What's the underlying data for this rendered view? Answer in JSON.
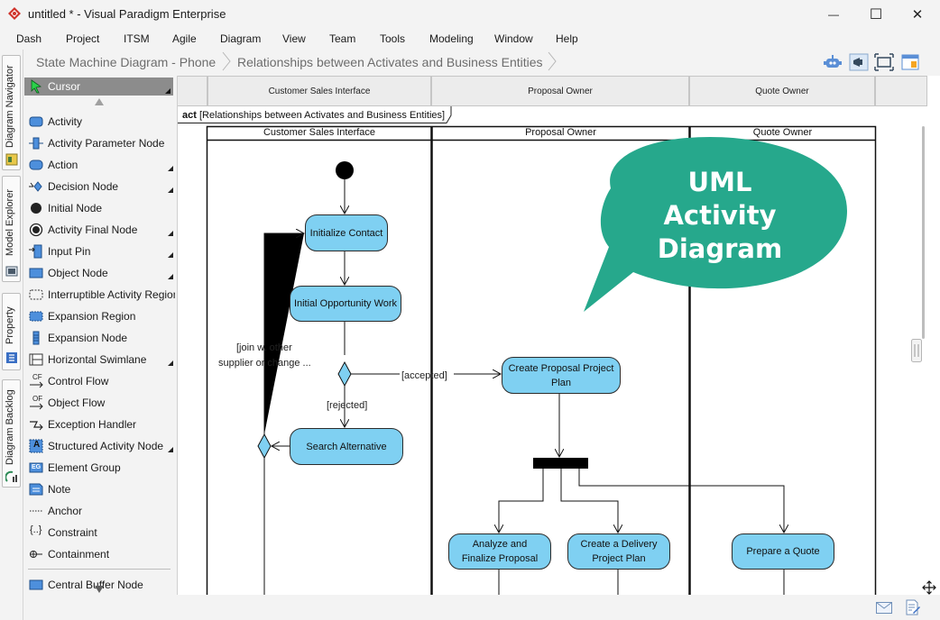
{
  "window": {
    "title": "untitled * - Visual Paradigm Enterprise",
    "minimize_glyph": "—",
    "maximize_glyph": "☐",
    "close_glyph": "✕"
  },
  "menu": [
    "Dash",
    "Project",
    "ITSM",
    "Agile",
    "Diagram",
    "View",
    "Team",
    "Tools",
    "Modeling",
    "Window",
    "Help"
  ],
  "breadcrumb": [
    "State Machine Diagram - Phone",
    "Relationships between Activates and Business Entities"
  ],
  "side_tabs": [
    "Diagram Navigator",
    "Model Explorer",
    "Property",
    "Diagram Backlog"
  ],
  "palette": {
    "cursor": "Cursor",
    "items": [
      {
        "label": "Activity",
        "icon": "activity-icon"
      },
      {
        "label": "Activity Parameter Node",
        "icon": "activity-parameter-node-icon"
      },
      {
        "label": "Action",
        "icon": "action-icon"
      },
      {
        "label": "Decision Node",
        "icon": "decision-node-icon"
      },
      {
        "label": "Initial Node",
        "icon": "initial-node-icon"
      },
      {
        "label": "Activity Final Node",
        "icon": "activity-final-node-icon"
      },
      {
        "label": "Input Pin",
        "icon": "input-pin-icon"
      },
      {
        "label": "Object Node",
        "icon": "object-node-icon"
      },
      {
        "label": "Interruptible Activity Region",
        "icon": "interruptible-region-icon"
      },
      {
        "label": "Expansion Region",
        "icon": "expansion-region-icon"
      },
      {
        "label": "Expansion Node",
        "icon": "expansion-node-icon"
      },
      {
        "label": "Horizontal Swimlane",
        "icon": "horizontal-swimlane-icon"
      },
      {
        "label": "Control Flow",
        "icon": "control-flow-icon"
      },
      {
        "label": "Object Flow",
        "icon": "object-flow-icon"
      },
      {
        "label": "Exception Handler",
        "icon": "exception-handler-icon"
      },
      {
        "label": "Structured Activity Node",
        "icon": "structured-activity-node-icon"
      },
      {
        "label": "Element Group",
        "icon": "element-group-icon"
      },
      {
        "label": "Note",
        "icon": "note-icon"
      },
      {
        "label": "Anchor",
        "icon": "anchor-icon"
      },
      {
        "label": "Constraint",
        "icon": "constraint-icon"
      },
      {
        "label": "Containment",
        "icon": "containment-icon"
      },
      {
        "label": "Central Buffer Node",
        "icon": "central-buffer-node-icon"
      }
    ],
    "control_flow_tag": "CF",
    "object_flow_tag": "OF",
    "element_group_tag": "EG",
    "structured_tag": "A",
    "constraint_tag": "{..}"
  },
  "diagram": {
    "column_headers": [
      "Customer Sales Interface",
      "Proposal Owner",
      "Quote Owner"
    ],
    "frame_keyword": "act",
    "frame_name": "[Relationships between Activates and Business Entities]",
    "lanes": [
      "Customer Sales Interface",
      "Proposal Owner",
      "Quote Owner"
    ],
    "nodes": {
      "initialize_contact": "Initialize Contact",
      "initial_opportunity": "Initial Opportunity Work",
      "search_alternative": "Search Alternative",
      "create_proposal_line1": "Create Proposal Project",
      "create_proposal_line2": "Plan",
      "analyze_line1": "Analyze and",
      "analyze_line2": "Finalize Proposal",
      "delivery_line1": "Create a Delivery",
      "delivery_line2": "Project Plan",
      "prepare_quote": "Prepare a Quote"
    },
    "guards": {
      "join_line1": "[join w. other",
      "join_line2": "supplier or change ...",
      "accepted": "[accepted]",
      "rejected": "[rejected]"
    },
    "callout": {
      "line1": "UML",
      "line2": "Activity",
      "line3": "Diagram"
    }
  },
  "colors": {
    "action_fill": "#7fd0f2",
    "callout_fill": "#26a88c",
    "palette_selected": "#8c8c8c",
    "app_icon": "#d0342c"
  }
}
